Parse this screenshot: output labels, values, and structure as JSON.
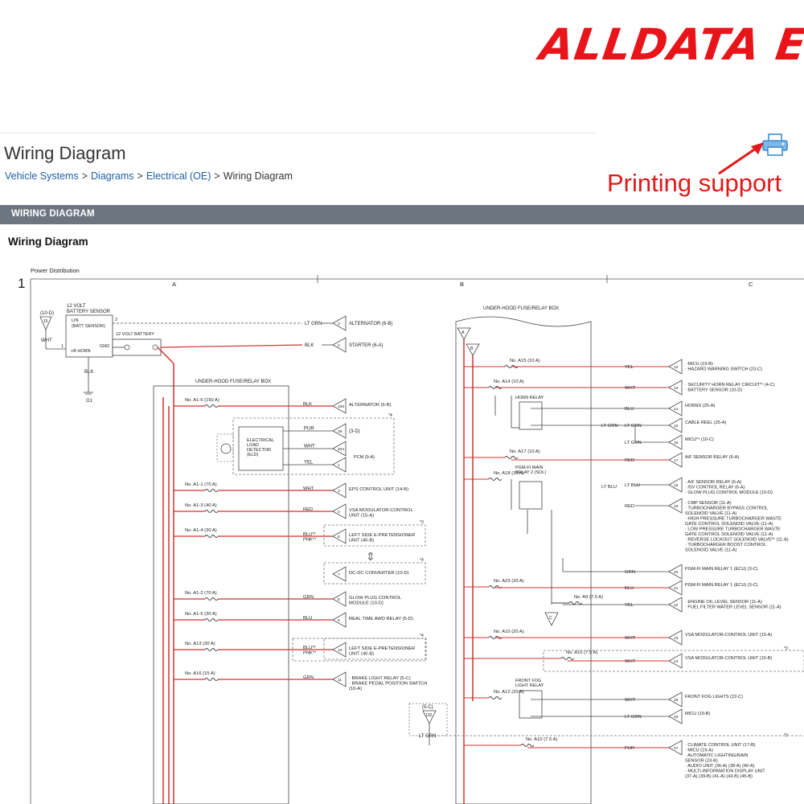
{
  "brand": {
    "logo_text": "ALLDATA EU"
  },
  "page": {
    "title": "Wiring Diagram",
    "breadcrumb": [
      "Vehicle Systems",
      "Diagrams",
      "Electrical (OE)",
      "Wiring Diagram"
    ],
    "section_bar": "WIRING DIAGRAM",
    "section_heading": "Wiring Diagram"
  },
  "annotation": {
    "label": "Printing support",
    "icon": "printer-icon",
    "color": "#e01a1a"
  },
  "diagram": {
    "title": "Power Distribution",
    "page_number": "1",
    "columns": [
      "A",
      "B",
      "C"
    ],
    "box_left": "UNDER-HOOD FUSE/RELAY BOX",
    "box_right": "UNDER-HOOD FUSE/RELAY BOX",
    "battery_sensor": {
      "label": "12 VOLT\nBATTERY SENSOR",
      "lin": "LIN\n(BATT SENSOR)",
      "b_horn": "+B HORN",
      "gnd": "GND",
      "pin_1": "1",
      "pin_2": "2"
    },
    "battery_label": "12 VOLT BATTERY",
    "ground_top": {
      "ref": "(10-D)",
      "num": "15",
      "wire": "WHT"
    },
    "ground_blk": "BLK",
    "ground_g1": "G1",
    "top_right": [
      {
        "wire": "LT GRN",
        "num": "3",
        "text": "ALTERNATOR (6-B)"
      },
      {
        "wire": "BLK",
        "num": "2",
        "text": "STARTER (6-A)"
      }
    ],
    "eld": {
      "label": "ELECTRICAL\nLOAD\nDETECTOR\n(ELD)",
      "wires": [
        {
          "wire": "PUR",
          "num": "29",
          "text": "(3-D)"
        },
        {
          "wire": "WHT",
          "num": "204",
          "text": ""
        },
        {
          "wire": "YEL",
          "num": "1",
          "text": ""
        }
      ],
      "pcm": "PCM (9-A)",
      "note": "*4"
    },
    "left_circuits": [
      {
        "fuse": "No. A1-6 (150 A)",
        "wire": "BLK",
        "num": "106",
        "text": "ALTERNATOR (6-B)"
      },
      {
        "fuse": "No. A1-1 (70 A)",
        "wire": "WHT",
        "num": "3",
        "text": "EPS CONTROL UNIT (14-B)"
      },
      {
        "fuse": "No. A1-3 (40 A)",
        "wire": "RED",
        "num": "4",
        "text": "VSA MODULATOR-CONTROL\nUNIT (15-A)"
      },
      {
        "fuse": "No. A1-4 (30 A)",
        "wire": "BLU*³\nPNK*⁴",
        "num": "5",
        "text": "LEFT SIDE E-PRETENSIONER\nUNIT (40-B)",
        "note": "*3"
      },
      {
        "fuse": "",
        "wire": "",
        "num": "7",
        "text": "DC-DC CONVERTER (10-D)",
        "note": "*4"
      },
      {
        "fuse": "No. A1-2 (70 A)",
        "wire": "GRN",
        "num": "8",
        "text": "GLOW PLUG CONTROL\nMODULE (10-D)"
      },
      {
        "fuse": "No. A1-5 (30 A)",
        "wire": "BLU",
        "num": "9",
        "text": "REAL TIME AWD RELAY (5-D)"
      },
      {
        "fuse": "No. A13 (30 A)",
        "wire": "BLU*³\nPNK*⁴",
        "num": "10",
        "text": "LEFT SIDE E-PRETENSIONER\nUNIT (40-B)",
        "note": "*4"
      },
      {
        "fuse": "No. A16 (15 A)",
        "wire": "GRN",
        "num": "11",
        "text": "· BRAKE LIGHT RELAY (5-C)\n· BRAKE PEDAL POSITION SWITCH\n(10-A)"
      }
    ],
    "right_fuses": [
      {
        "fuse": "No. A15 (10 A)"
      },
      {
        "fuse": "No. A14 (10 A)"
      },
      {
        "fuse": "No. A17 (10 A)"
      },
      {
        "fuse": "No. A18 (15 A)"
      },
      {
        "fuse": "No. A23 (20 A)"
      },
      {
        "fuse": "No. A9 (7.5 A)"
      },
      {
        "fuse": "No. A10 (20 A)"
      },
      {
        "fuse": "No. A10 (7.5 A)"
      },
      {
        "fuse": "No. A12 (20 A)"
      },
      {
        "fuse": "No. A10 (7.5 A)"
      }
    ],
    "relays": {
      "horn": "HORN RELAY",
      "pgmfi": "PGM-FI MAIN\nRELAY 2 (SOL)",
      "fog": "FRONT FOG\nLIGHT RELAY"
    },
    "right_circuits": [
      {
        "wire": "YEL",
        "num": "12",
        "text": "· MICU (19-B)\n· HAZARD WARNING SWITCH (23-C)"
      },
      {
        "wire": "WHT",
        "num": "13",
        "text": "· SECURITY HORN RELAY CIRCUIT*¹ (4-C)\n· BATTERY SENSOR (10-D)"
      },
      {
        "wire": "BLU",
        "num": "14",
        "text": "HORNS (25-A)"
      },
      {
        "wire": "LT GRN",
        "num": "15",
        "text": "CABLE REEL (25-A)"
      },
      {
        "wire": "LT GRN",
        "num": "16",
        "text": "MICU*¹ (10-C)"
      },
      {
        "wire": "RED",
        "num": "17",
        "text": "A/F SENSOR RELAY (6-A)"
      },
      {
        "wire": "LT BLU",
        "num": "18",
        "text": "· A/F SENSOR RELAY (6-A)\n· ISV CONTROL RELAY (6-A)\n· GLOW PLUG CONTROL MODULE (10-D)"
      },
      {
        "wire": "RED",
        "num": "19",
        "text": "· CMP SENSOR (11-A)\n· TURBOCHARGER BYPASS CONTROL\nSOLENOID VALVE (11-A)\n· HIGH PRESSURE TURBOCHARGER WASTE\nGATE CONTROL SOLENOID VALVE (11-A)\n· LOW PRESSURE TURBOCHARGER WASTE\nGATE CONTROL SOLENOID VALVE (11-A)\n· REVERSE LOCKOUT SOLENOID VALVE*¹ (11-A)\n· TURBOCHARGER BOOST CONTROL\nSOLENOID VALVE (11-A)"
      },
      {
        "wire": "GRN",
        "num": "20",
        "text": "PGM-FI MAIN RELAY 1 (ECU) (3-C)"
      },
      {
        "wire": "BLU",
        "num": "21",
        "text": "PGM-FI MAIN RELAY 1 (ECU) (3-C)"
      },
      {
        "wire": "YEL",
        "num": "22",
        "text": "· ENGINE OIL LEVEL SENSOR (11-A)\n· FUEL FILTER WATER LEVEL SENSOR (11-A)"
      },
      {
        "wire": "WHT",
        "num": "23",
        "text": "VSA MODULATOR-CONTROL UNIT (15-A)"
      },
      {
        "wire": "WHT",
        "num": "24",
        "text": "VSA MODULATOR-CONTROL UNIT (15-B)",
        "note": "*3"
      },
      {
        "wire": "WHT",
        "num": "25",
        "text": "FRONT FOG LIGHTS (22-C)"
      },
      {
        "wire": "LT GRN",
        "num": "26",
        "text": "MICU (19-B)"
      },
      {
        "wire": "PUR",
        "num": "27",
        "text": "· CLIMATE CONTROL UNIT (17-B)\n· MICU (19-A)\n· AUTOMATIC LIGHTING/RAIN\nSENSOR (23-B)\n· AUDIO UNIT (36-A) (38-A) (40-A)\n· MULTI-INFORMATION DISPLAY UNIT\n(37-A) (39-B) (41-A) (43-B) (45-B)",
        "note": "*3"
      }
    ],
    "connector_a": "A",
    "connector_b": "B",
    "connector_c": "C",
    "lower_ref": {
      "ref": "(5-C)",
      "num": "132",
      "wire": "LT GRN"
    }
  }
}
